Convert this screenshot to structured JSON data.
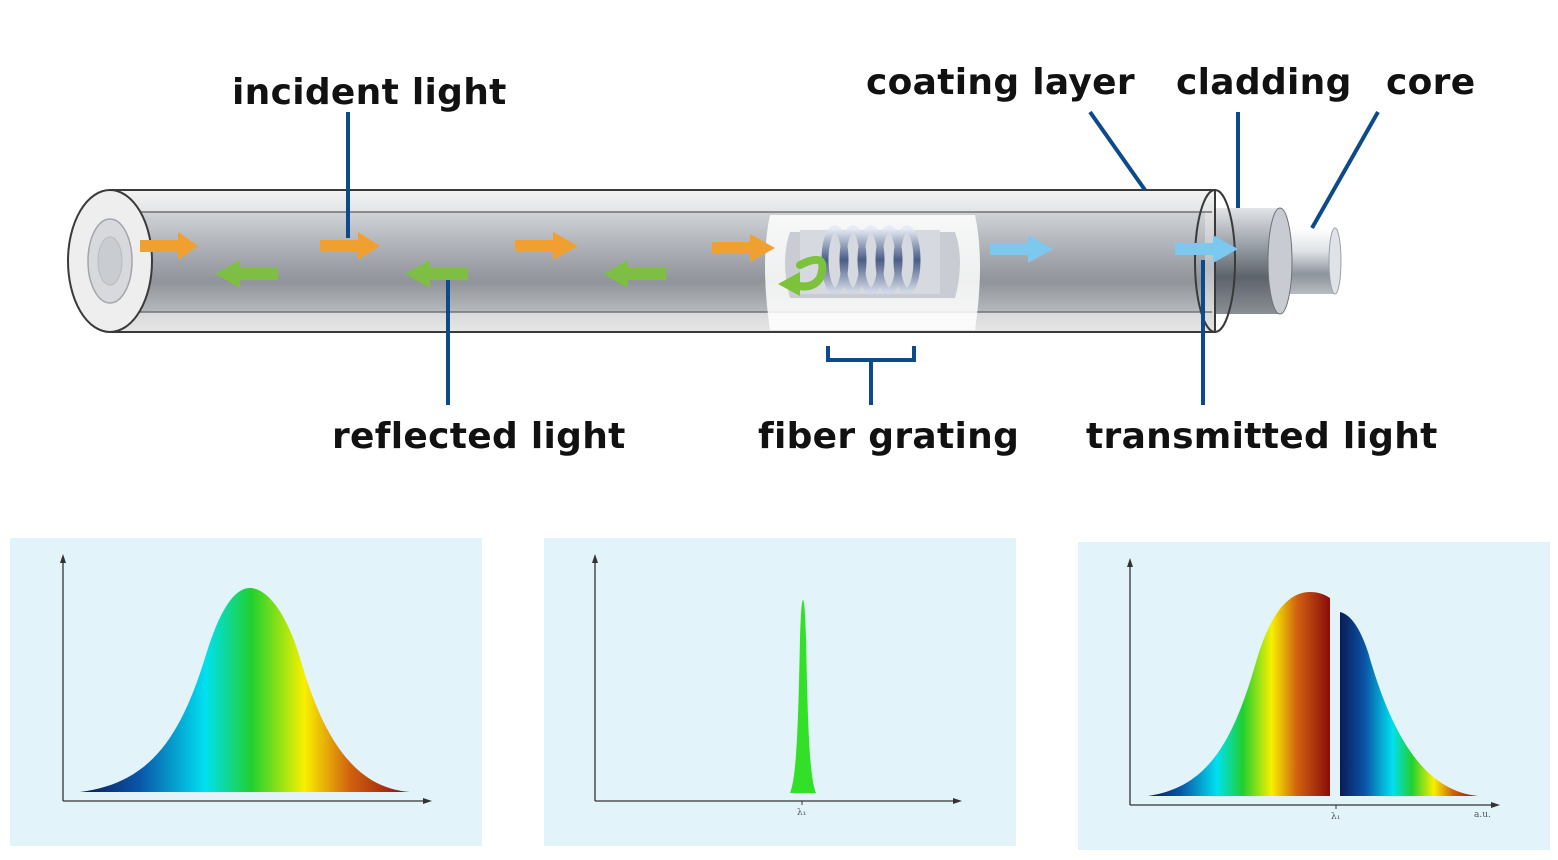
{
  "labels": {
    "incident_light": "incident light",
    "reflected_light": "reflected light",
    "fiber_grating": "fiber grating",
    "coating_layer": "coating layer",
    "cladding": "cladding",
    "core": "core",
    "transmitted_light": "transmitted light"
  },
  "spectra": {
    "tick_symbol": "λ₁",
    "axis_unit": "a.u."
  },
  "colors": {
    "incident_arrow": "#f0a030",
    "reflected_arrow": "#7cc23a",
    "transmitted_arrow": "#7cc8ee",
    "leader_line": "#0d4a8a",
    "panel_bg": "#e2f3fa"
  }
}
